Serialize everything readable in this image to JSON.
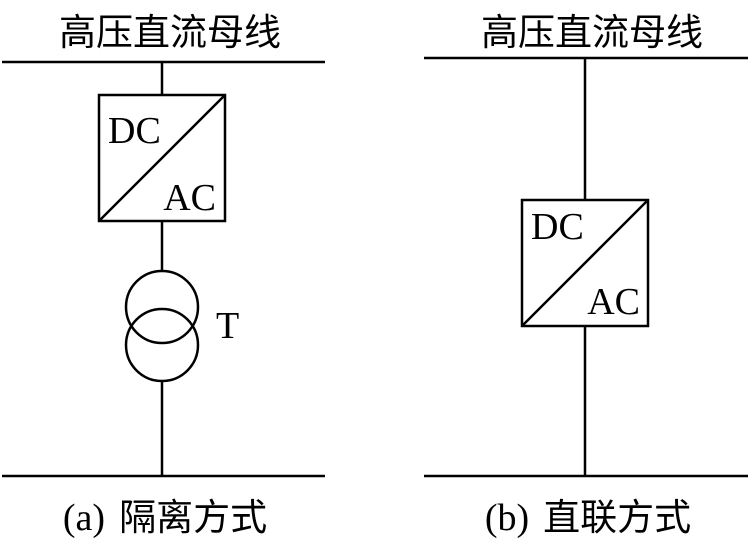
{
  "panels": [
    {
      "bus_label": "高压直流母线",
      "converter": {
        "top_label": "DC",
        "bottom_label": "AC"
      },
      "transformer_label": "T",
      "caption_tag": "(a)",
      "caption_text": "隔离方式"
    },
    {
      "bus_label": "高压直流母线",
      "converter": {
        "top_label": "DC",
        "bottom_label": "AC"
      },
      "caption_tag": "(b)",
      "caption_text": "直联方式"
    }
  ]
}
